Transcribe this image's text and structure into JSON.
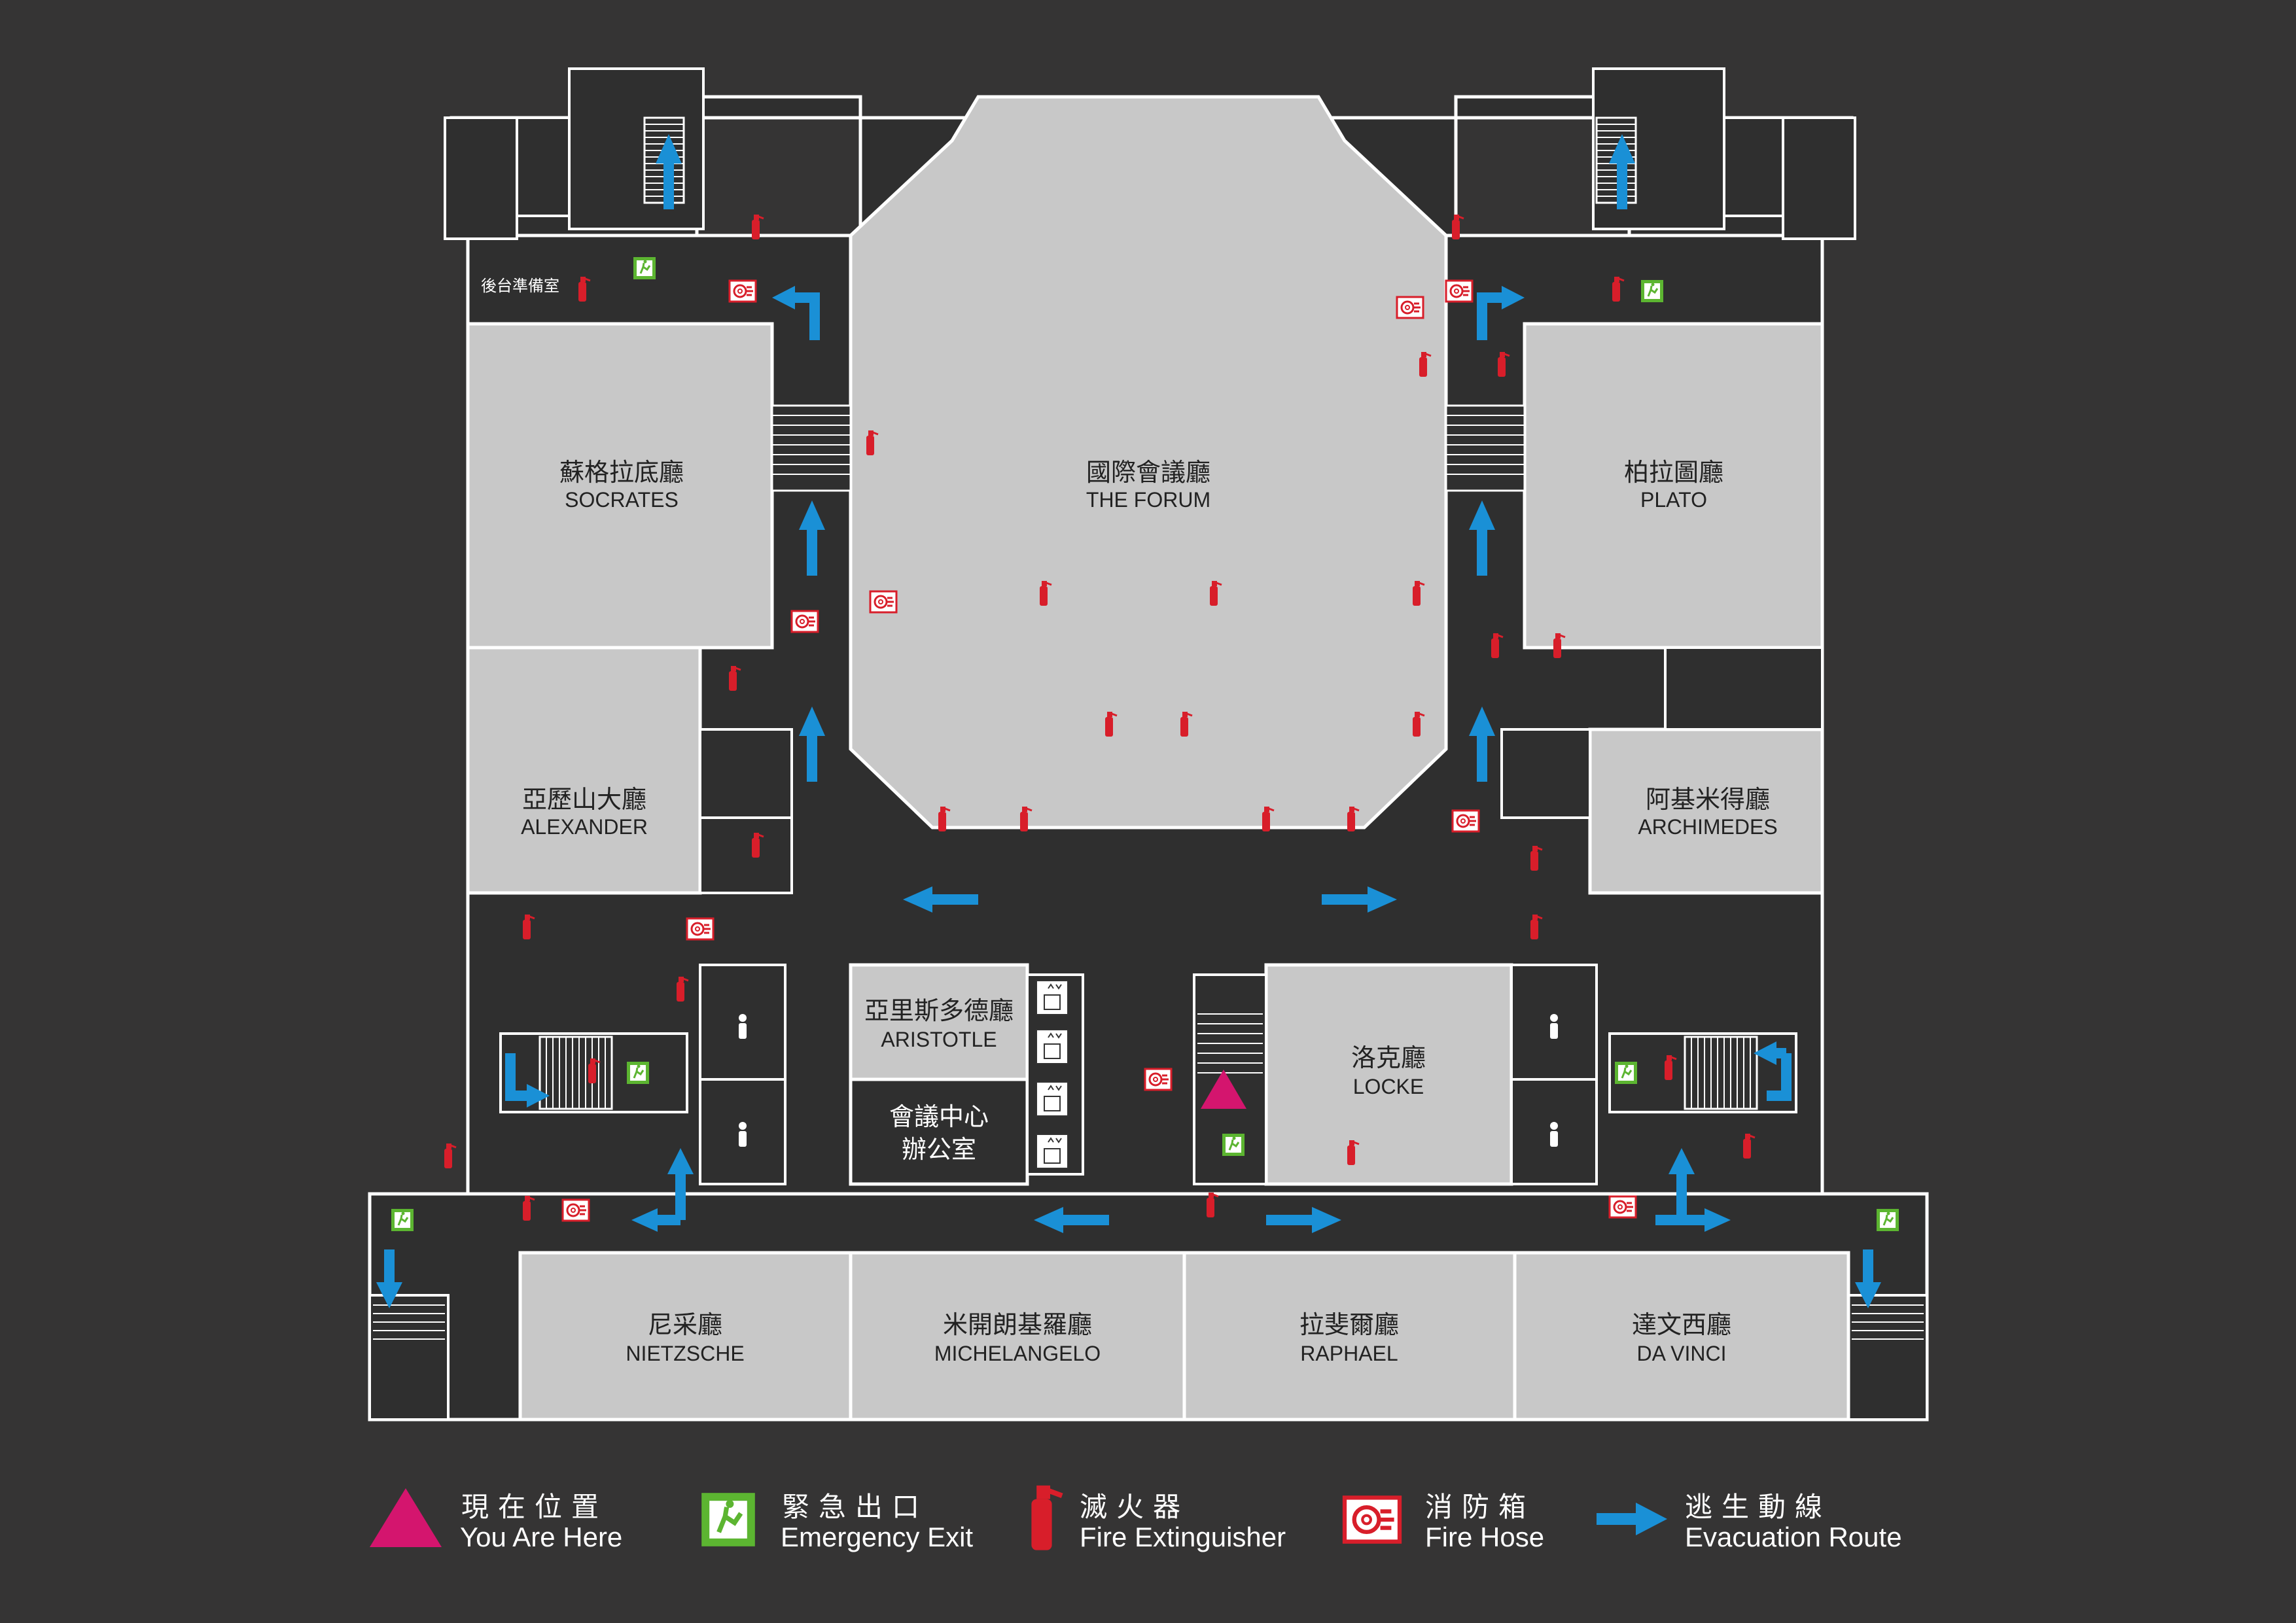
{
  "colors": {
    "background": "#353434",
    "room_fill": "#c8c8c8",
    "wall": "#ffffff",
    "route_arrow": "#1a90d6",
    "you_are_here": "#d4156e",
    "extinguisher": "#d81e2a",
    "exit_sign": "#5cb531"
  },
  "rooms": {
    "forum": {
      "zh": "國際會議廳",
      "en": "THE FORUM"
    },
    "socrates": {
      "zh": "蘇格拉底廳",
      "en": "SOCRATES"
    },
    "plato": {
      "zh": "柏拉圖廳",
      "en": "PLATO"
    },
    "alexander": {
      "zh": "亞歷山大廳",
      "en": "ALEXANDER"
    },
    "archimedes": {
      "zh": "阿基米得廳",
      "en": "ARCHIMEDES"
    },
    "aristotle": {
      "zh": "亞里斯多德廳",
      "en": "ARISTOTLE"
    },
    "office": {
      "zh1": "會議中心",
      "zh2": "辦公室"
    },
    "locke": {
      "zh": "洛克廳",
      "en": "LOCKE"
    },
    "nietzsche": {
      "zh": "尼采廳",
      "en": "NIETZSCHE"
    },
    "michelangelo": {
      "zh": "米開朗基羅廳",
      "en": "MICHELANGELO"
    },
    "raphael": {
      "zh": "拉斐爾廳",
      "en": "RAPHAEL"
    },
    "davinci": {
      "zh": "達文西廳",
      "en": "DA VINCI"
    },
    "backstage": {
      "zh": "後台準備室"
    }
  },
  "legend": {
    "you_are_here": {
      "zh": "現在位置",
      "en": "You Are Here",
      "icon": "triangle-icon"
    },
    "emergency_exit": {
      "zh": "緊急出口",
      "en": "Emergency Exit",
      "icon": "exit-sign-icon"
    },
    "fire_extinguisher": {
      "zh": "滅火器",
      "en": "Fire Extinguisher",
      "icon": "extinguisher-icon"
    },
    "fire_hose": {
      "zh": "消防箱",
      "en": "Fire Hose",
      "icon": "fire-hose-icon"
    },
    "evacuation_route": {
      "zh": "逃生動線",
      "en": "Evacuation Route",
      "icon": "arrow-icon"
    }
  }
}
